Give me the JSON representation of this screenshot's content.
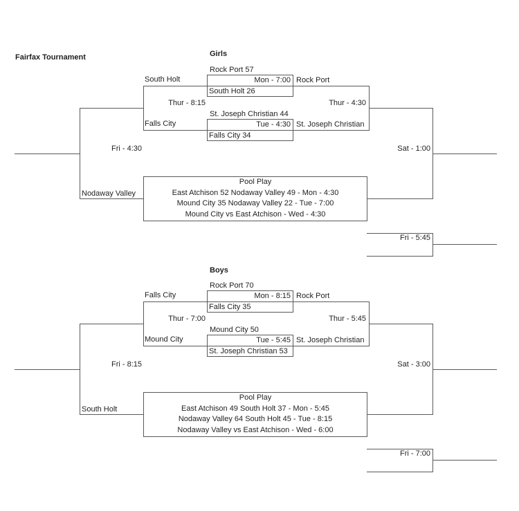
{
  "title": "Fairfax Tournament",
  "colors": {
    "line": "#595959",
    "text": "#1f1f1f",
    "background": "#ffffff"
  },
  "girls": {
    "heading": "Girls",
    "round1": [
      {
        "seed_label": "South Holt",
        "top_team": "Rock Port 57",
        "time": "Mon - 7:00",
        "bottom_team": "South Holt 26",
        "winner": "Rock Port"
      },
      {
        "seed_label": "Falls City",
        "top_team": "St. Joseph Christian 44",
        "time": "Tue - 4:30",
        "bottom_team": "Falls City 34",
        "winner": "St. Joseph Christian"
      }
    ],
    "consolation_semi_time": "Thur - 8:15",
    "semifinal_time": "Thur - 4:30",
    "consolation_final_time": "Fri - 4:30",
    "final_time": "Sat - 1:00",
    "pool_team_label": "Nodaway Valley",
    "pool": {
      "title": "Pool Play",
      "games": [
        "East Atchison 52 Nodaway Valley 49 - Mon - 4:30",
        "Mound City 35 Nodaway Valley 22 - Tue - 7:00",
        "Mound City vs East Atchison - Wed - 4:30"
      ]
    },
    "fifth_game_time": "Fri - 5:45"
  },
  "boys": {
    "heading": "Boys",
    "round1": [
      {
        "seed_label": "Falls City",
        "top_team": "Rock Port 70",
        "time": "Mon - 8:15",
        "bottom_team": "Falls City 35",
        "winner": "Rock Port"
      },
      {
        "seed_label": "Mound City",
        "top_team": "Mound City 50",
        "time": "Tue - 5:45",
        "bottom_team": "St. Joseph Christian 53",
        "winner": "St. Joseph Christian"
      }
    ],
    "consolation_semi_time": "Thur - 7:00",
    "semifinal_time": "Thur - 5:45",
    "consolation_final_time": "Fri - 8:15",
    "final_time": "Sat - 3:00",
    "pool_team_label": "South Holt",
    "pool": {
      "title": "Pool Play",
      "games": [
        "East Atchison 49 South Holt 37 - Mon - 5:45",
        "Nodaway Valley 64 South Holt 45 - Tue - 8:15",
        "Nodaway Valley vs East Atchison - Wed - 6:00"
      ]
    },
    "fifth_game_time": "Fri - 7:00"
  }
}
